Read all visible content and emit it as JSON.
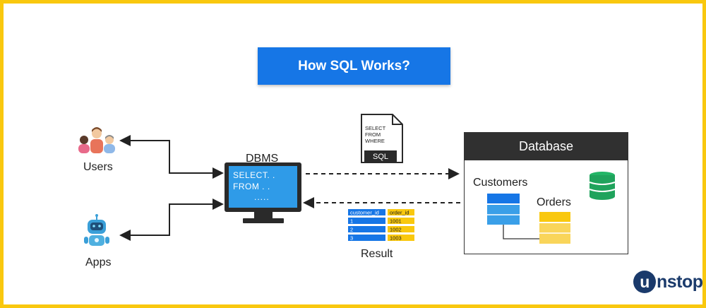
{
  "title": "How SQL Works?",
  "nodes": {
    "users": "Users",
    "apps": "Apps",
    "dbms": "DBMS",
    "result": "Result",
    "database": "Database",
    "customers": "Customers",
    "orders": "Orders"
  },
  "monitor_lines": [
    "SELECT. .",
    "FROM . .",
    "....."
  ],
  "query_doc": {
    "lines": [
      "SELECT",
      "FROM",
      "WHERE"
    ],
    "tag": "SQL"
  },
  "result_table": {
    "headers": [
      "customer_id",
      "order_id"
    ],
    "rows": [
      [
        "1",
        "1001"
      ],
      [
        "2",
        "1002"
      ],
      [
        "3",
        "1003"
      ]
    ]
  },
  "brand": "unstop",
  "colors": {
    "border": "#F9C80E",
    "title_bg": "#1676E6",
    "monitor_screen": "#2F9BE8",
    "customers_table": "#2F8FE5",
    "orders_table": "#F9CC3A",
    "db_icon": "#1FA35C",
    "db_header": "#303030"
  }
}
